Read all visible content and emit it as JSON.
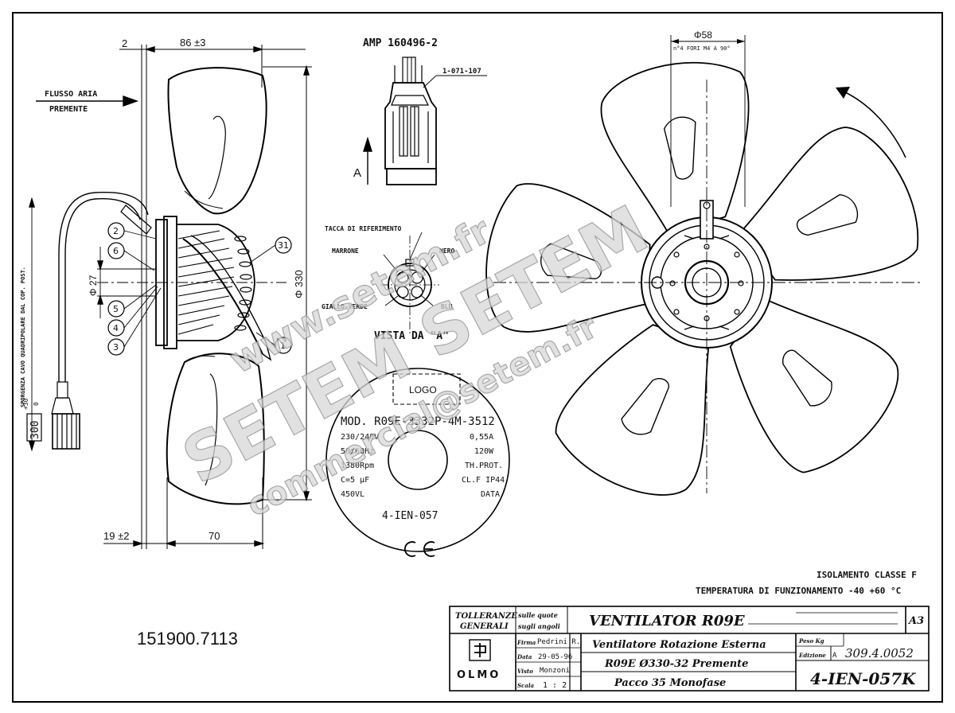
{
  "side_view": {
    "dim_top_2": "2",
    "dim_86": "86 ±3",
    "airflow_line1": "FLUSSO ARIA",
    "airflow_line2": "PREMENTE",
    "dia_330": "Φ 330",
    "dia_27": "Φ 27",
    "dim_19": "19 ±2",
    "dim_70": "70",
    "cable_note": "SPORGENZA CAVO QUADRIPOLARE DAL COP. POST.",
    "cable_len": "300",
    "cable_tol_plus": "+30",
    "cable_tol_minus": "0",
    "callouts": [
      "2",
      "6",
      "5",
      "4",
      "3",
      "31",
      "1"
    ]
  },
  "connector": {
    "title": "AMP 160496-2",
    "part_label": "1-071-107",
    "arrow_label": "A",
    "ref_notch": "TACCA DI RIFERIMENTO",
    "wire_brown": "MARRONE",
    "wire_black": "NERO",
    "wire_yellow_green": "GIALLO-VERDE",
    "wire_blue": "BLU",
    "view_label": "VISTA DA \"A\""
  },
  "label_plate": {
    "logo": "LOGO",
    "model": "MOD. R09E-3332P-4M-3512",
    "left_lines": [
      "230/240V",
      "50/60Hz",
      "1380Rpm",
      "C=5 μF",
      "450VL"
    ],
    "right_lines": [
      "0,55A",
      "120W",
      "TH.PROT.",
      "CL.F  IP44",
      "DATA"
    ],
    "code": "4-IEN-057",
    "ce_mark": "CE"
  },
  "front_view": {
    "dia_58": "Φ58",
    "holes_note": "n°4 FORI M4 A 90°"
  },
  "notes": {
    "line1": "ISOLAMENTO CLASSE F",
    "line2": "TEMPERATURA DI FUNZIONAMENTO -40 +60 °C"
  },
  "part_number": "151900.7113",
  "watermarks": {
    "a": "www.setem.fr",
    "b": "SETEM SETEM",
    "c": "commercial@setem.fr"
  },
  "title_block": {
    "tol_line1": "TOLLERANZE",
    "tol_line2": "GENERALI",
    "tol_small1": "sulle quote",
    "tol_small2": "sugli angoli",
    "title": "VENTILATOR  R09E",
    "format": "A3",
    "brand": "OLMO",
    "firma_label": "Firma",
    "firma_value": "Pedrini R.",
    "data_label": "Data",
    "data_value": "29-05-96",
    "visto_label": "Visto",
    "visto_value": "Monzoni",
    "scala_label": "Scala",
    "scala_value": "1 : 2",
    "desc1": "Ventilatore Rotazione Esterna",
    "desc2": "R09E Ø330-32 Premente",
    "desc3": "Pacco 35  Monofase",
    "peso_label": "Peso Kg",
    "edizione_label": "Edizione",
    "edizione_value": "A",
    "number": "309.4.0052",
    "drawing_no": "4-IEN-057K"
  }
}
